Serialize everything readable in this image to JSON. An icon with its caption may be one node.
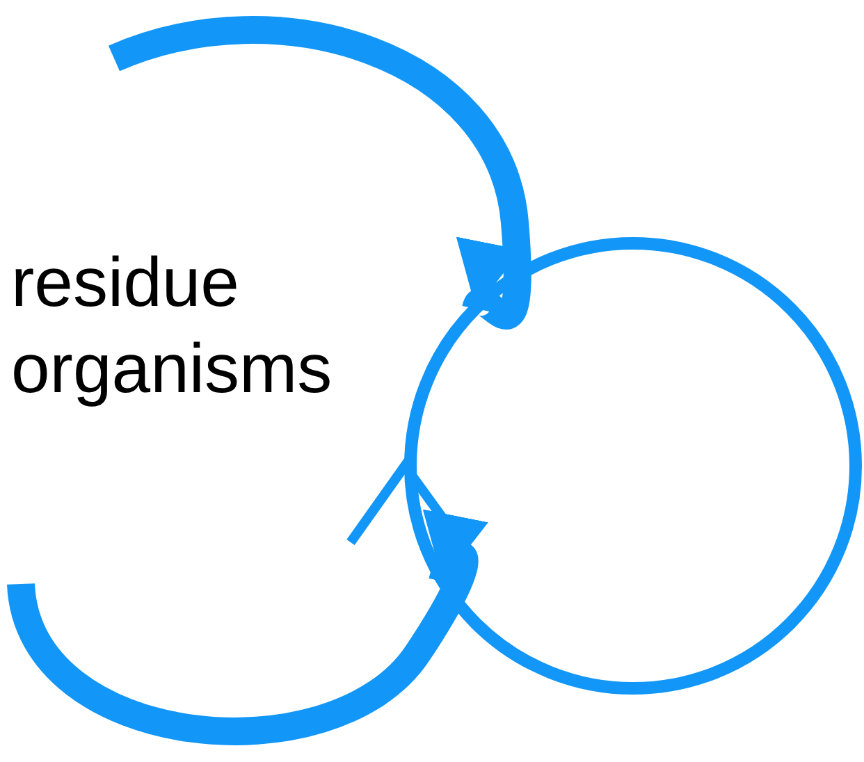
{
  "diagram": {
    "nodes": [
      {
        "text": [
          "residue organisms"
        ]
      },
      {
        "text": [],
        "shape": "circle"
      }
    ],
    "edges": [
      {
        "from": null,
        "to": 1,
        "arrow": "to"
      },
      {
        "from": null,
        "to": 1,
        "arrow": "to"
      }
    ]
  }
}
